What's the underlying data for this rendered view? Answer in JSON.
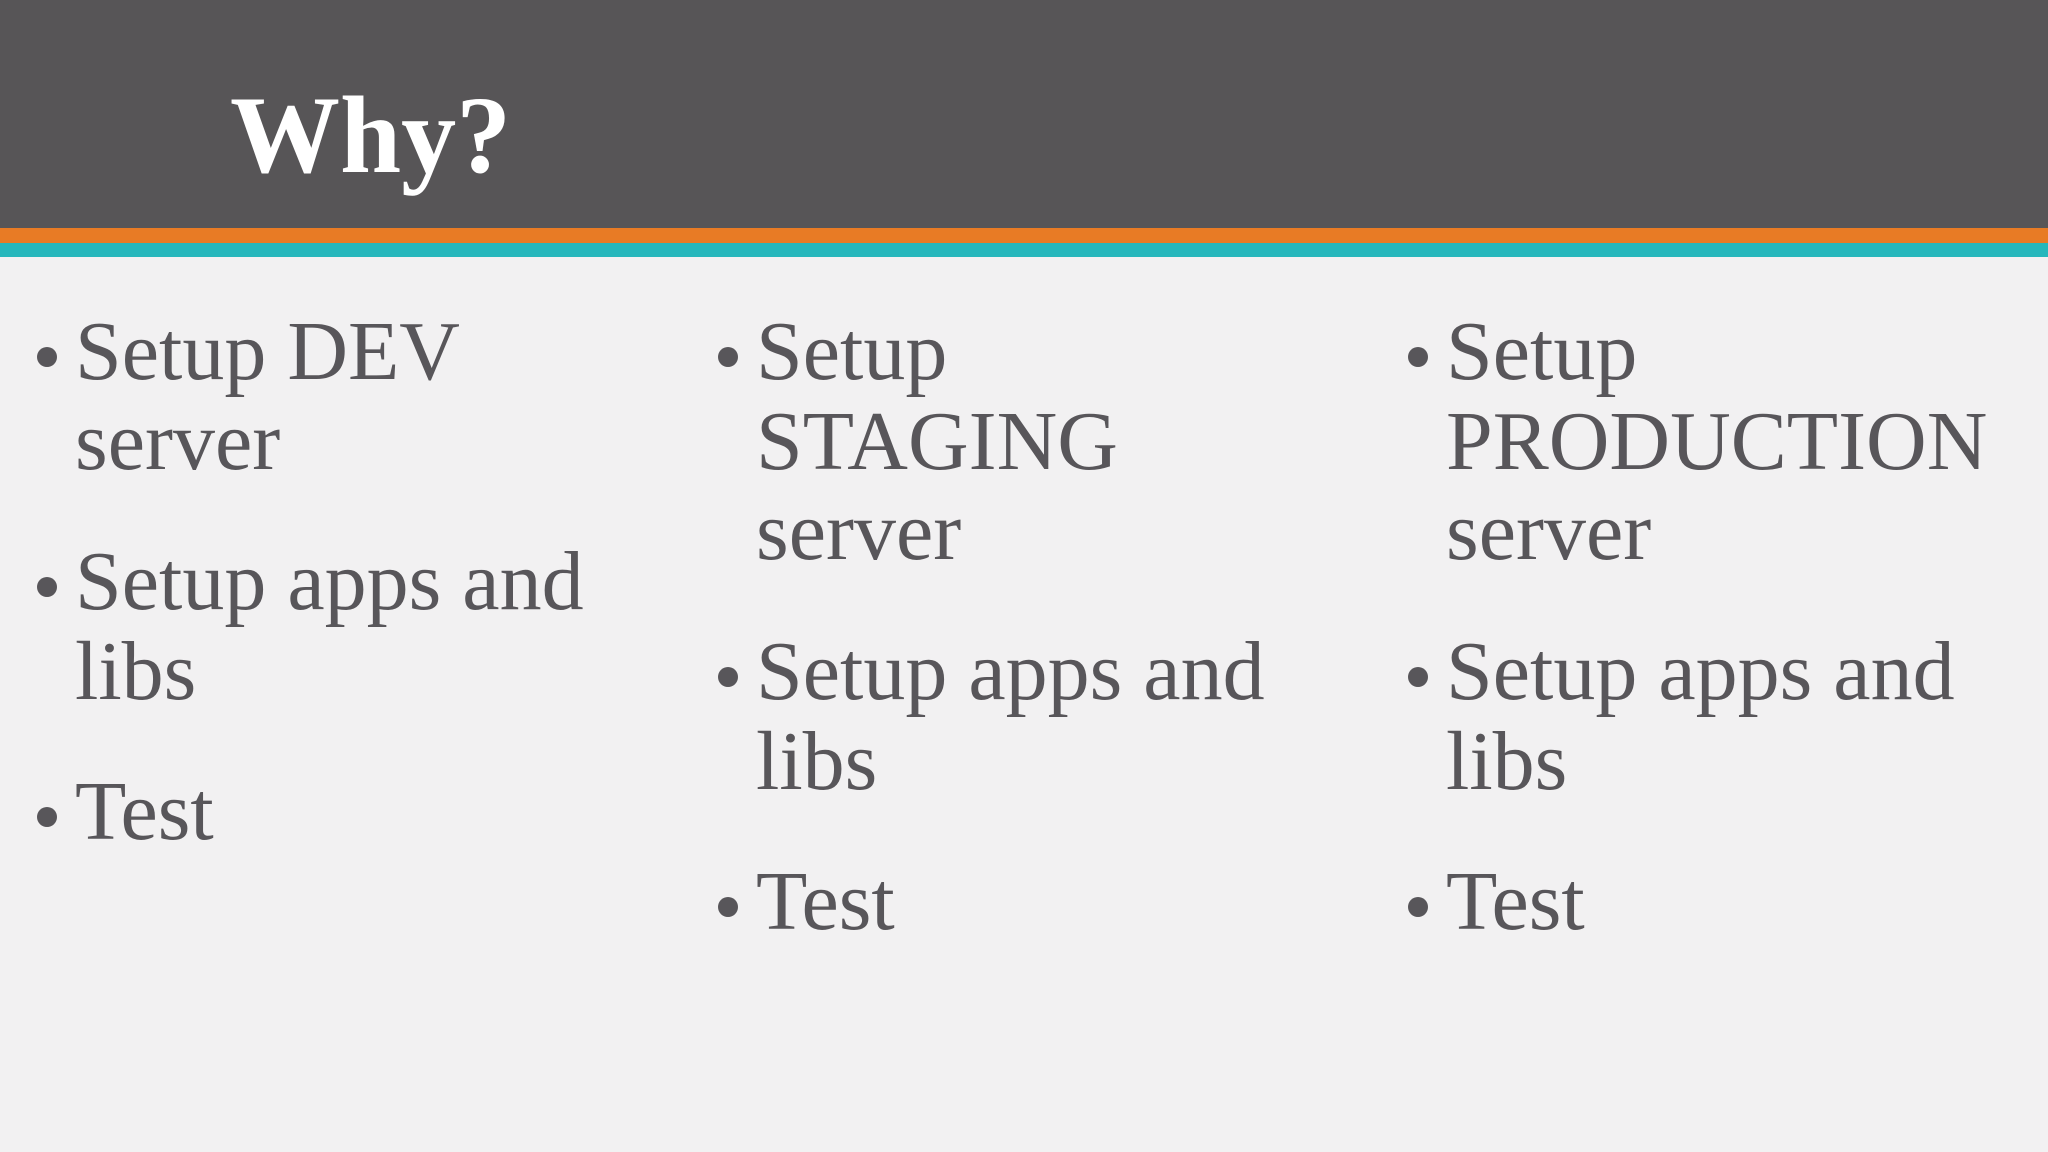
{
  "slide": {
    "title": "Why?",
    "columns": [
      {
        "items": [
          "Setup DEV server",
          "Setup apps and libs",
          "Test"
        ]
      },
      {
        "items": [
          "Setup STAGING server",
          "Setup apps and libs",
          "Test"
        ]
      },
      {
        "items": [
          "Setup PRODUCTION server",
          "Setup apps and libs",
          "Test"
        ]
      }
    ],
    "colors": {
      "header_bg": "#575557",
      "stripe_orange": "#E87B25",
      "stripe_teal": "#26B7BC",
      "body_bg": "#F2F1F2",
      "body_text": "#58565A",
      "title_text": "#FFFFFF"
    }
  }
}
